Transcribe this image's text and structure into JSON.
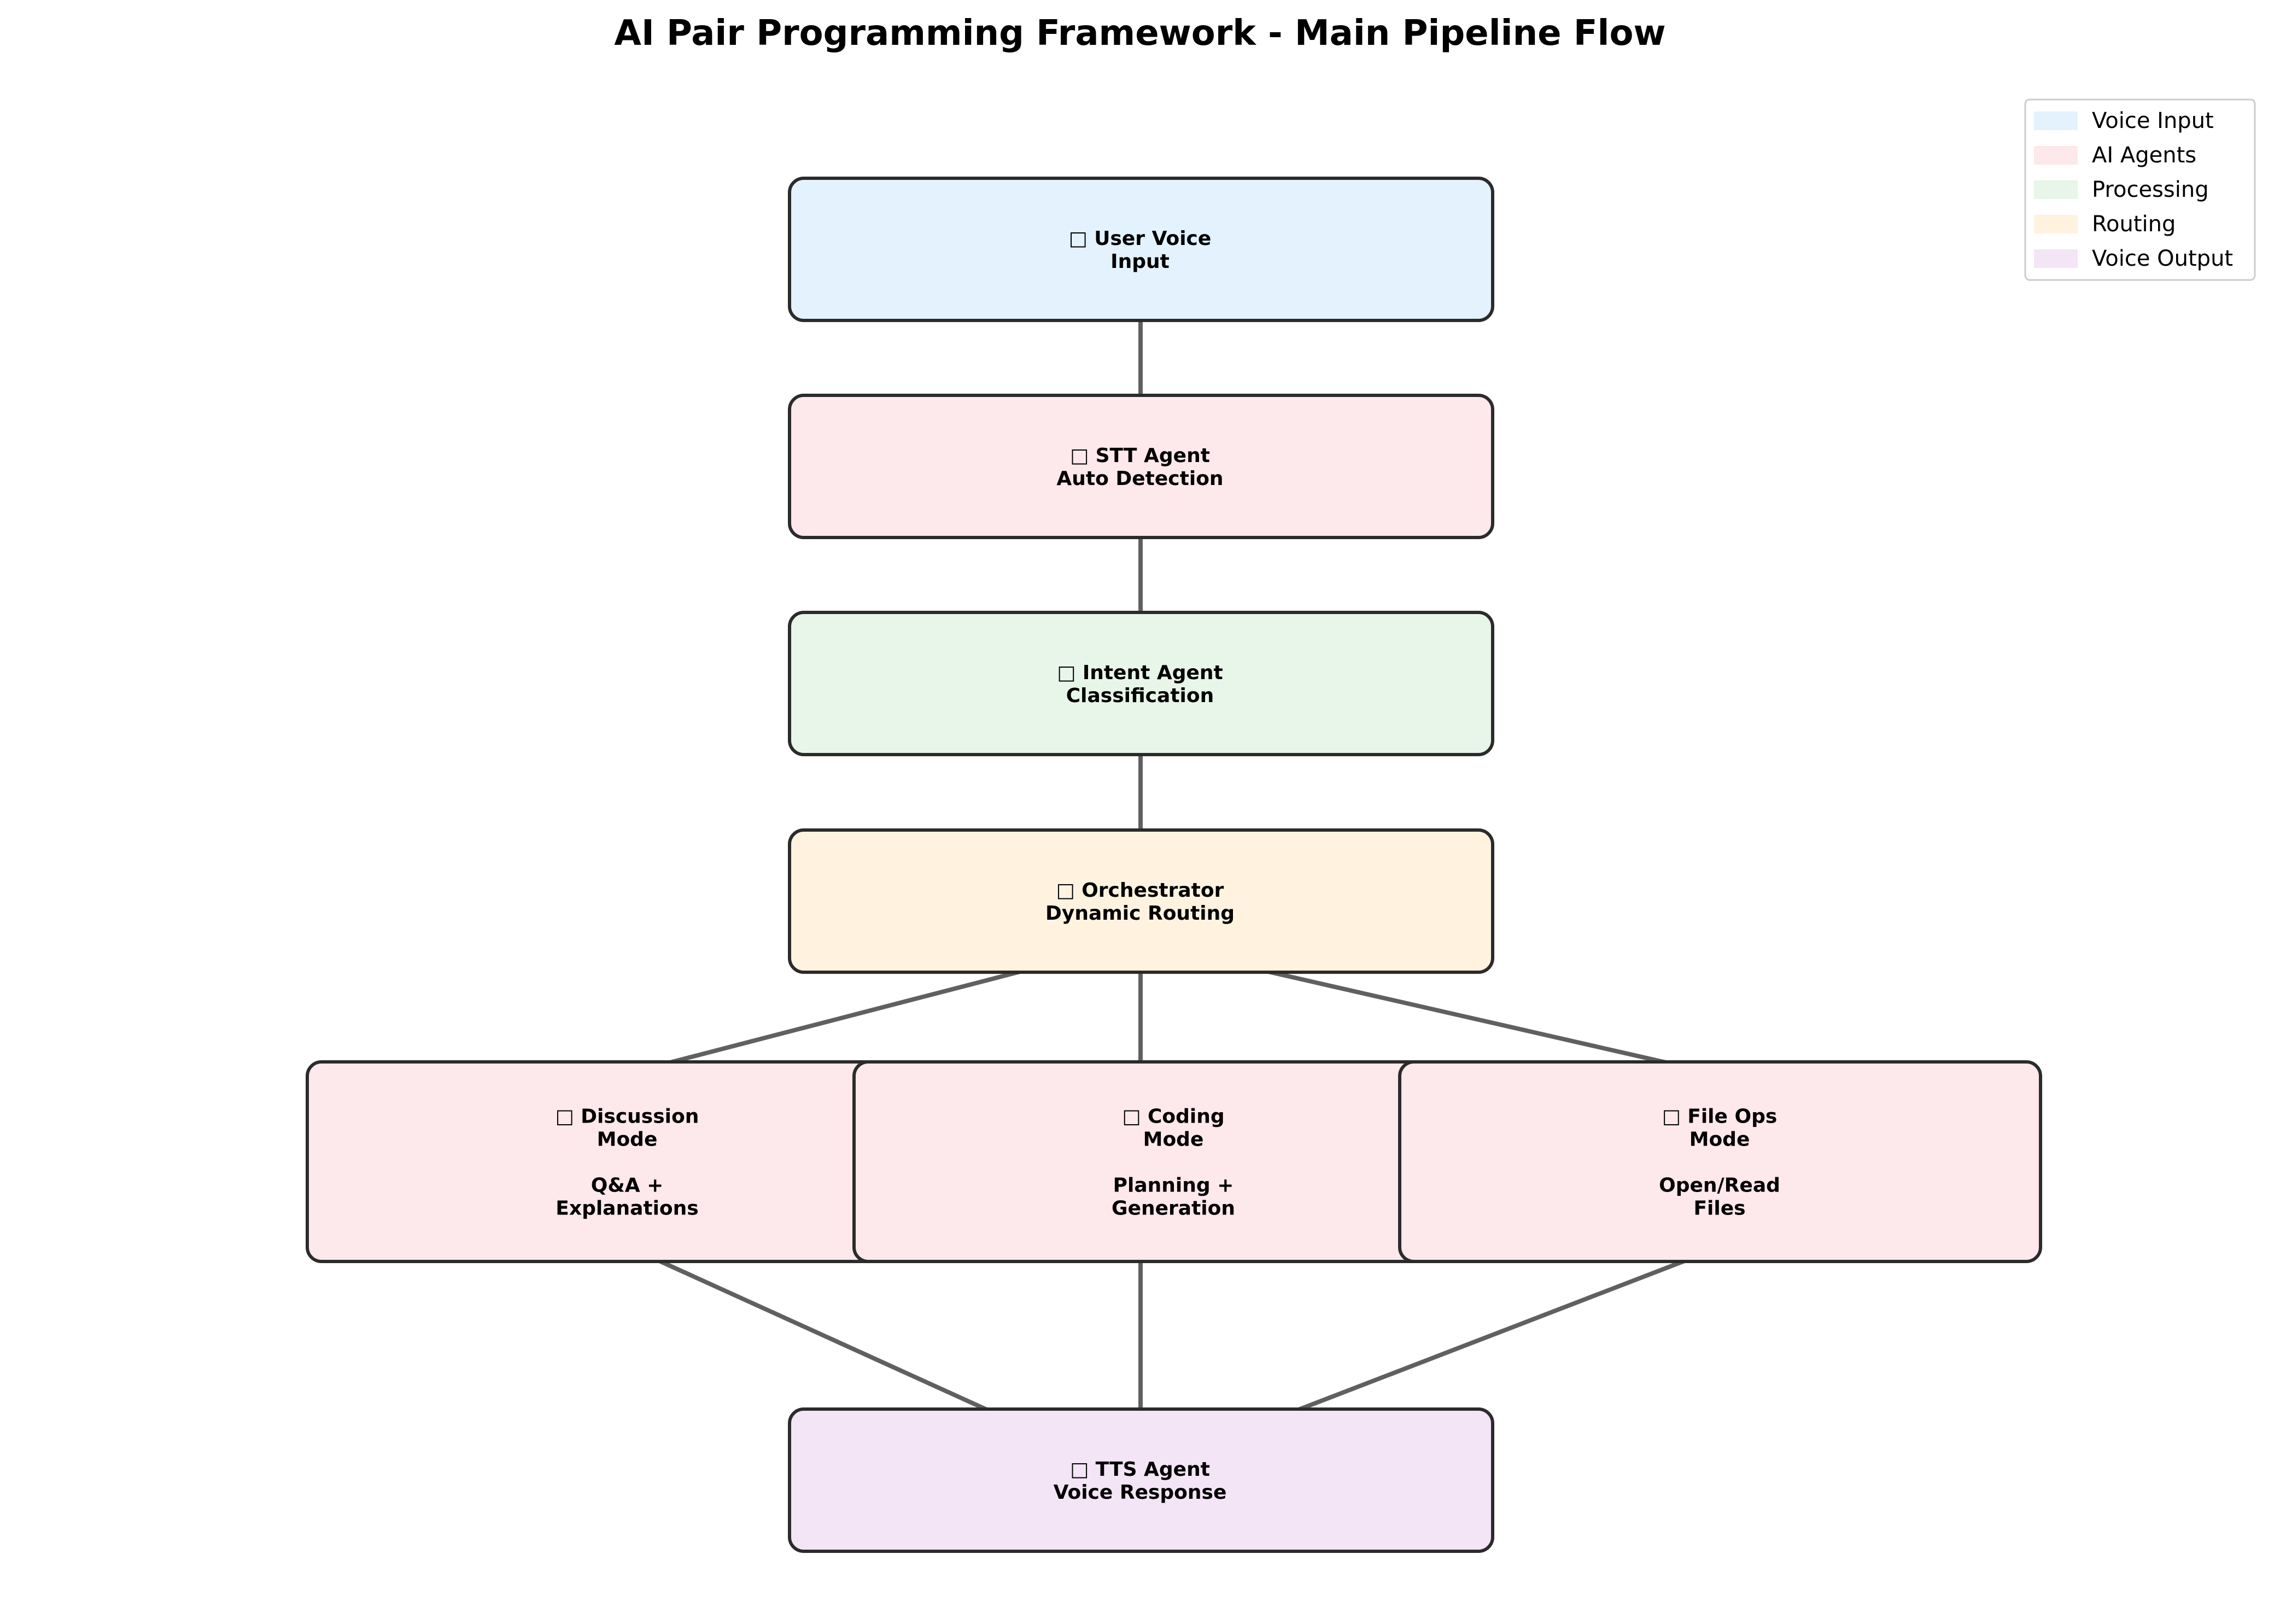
{
  "title": "AI Pair Programming Framework - Main Pipeline Flow",
  "colors": {
    "voice_input": "#e3f2fd",
    "ai_agents": "#fde8ec",
    "processing": "#e8f5e9",
    "routing": "#fff3e0",
    "voice_output": "#f3e5f5",
    "edge": "#606060",
    "border": "#2b2b2b"
  },
  "nodes": [
    {
      "id": "user-voice-input",
      "icon": "microphone-icon",
      "category": "voice_input",
      "lines": [
        "□ User Voice",
        "Input"
      ]
    },
    {
      "id": "stt-agent",
      "icon": "ear-icon",
      "category": "ai_agents",
      "lines": [
        "□ STT Agent",
        "Auto Detection"
      ]
    },
    {
      "id": "intent-agent",
      "icon": "brain-icon",
      "category": "processing",
      "lines": [
        "□ Intent Agent",
        "Classification"
      ]
    },
    {
      "id": "orchestrator",
      "icon": "router-icon",
      "category": "routing",
      "lines": [
        "□ Orchestrator",
        "Dynamic Routing"
      ]
    },
    {
      "id": "discussion-mode",
      "icon": "chat-icon",
      "category": "ai_agents",
      "lines": [
        "□ Discussion",
        "Mode",
        "",
        "Q&A +",
        "Explanations"
      ]
    },
    {
      "id": "coding-mode",
      "icon": "code-icon",
      "category": "ai_agents",
      "lines": [
        "□ Coding",
        "Mode",
        "",
        "Planning +",
        "Generation"
      ]
    },
    {
      "id": "file-ops-mode",
      "icon": "folder-icon",
      "category": "ai_agents",
      "lines": [
        "□ File Ops",
        "Mode",
        "",
        "Open/Read",
        "Files"
      ]
    },
    {
      "id": "tts-agent",
      "icon": "speaker-icon",
      "category": "voice_output",
      "lines": [
        "□ TTS Agent",
        "Voice Response"
      ]
    }
  ],
  "edges": [
    {
      "from": "user-voice-input",
      "to": "stt-agent"
    },
    {
      "from": "stt-agent",
      "to": "intent-agent"
    },
    {
      "from": "intent-agent",
      "to": "orchestrator"
    },
    {
      "from": "orchestrator",
      "to": "discussion-mode"
    },
    {
      "from": "orchestrator",
      "to": "coding-mode"
    },
    {
      "from": "orchestrator",
      "to": "file-ops-mode"
    },
    {
      "from": "discussion-mode",
      "to": "tts-agent"
    },
    {
      "from": "coding-mode",
      "to": "tts-agent"
    },
    {
      "from": "file-ops-mode",
      "to": "tts-agent"
    }
  ],
  "legend": [
    {
      "label": "Voice Input",
      "category": "voice_input"
    },
    {
      "label": "AI Agents",
      "category": "ai_agents"
    },
    {
      "label": "Processing",
      "category": "processing"
    },
    {
      "label": "Routing",
      "category": "routing"
    },
    {
      "label": "Voice Output",
      "category": "voice_output"
    }
  ]
}
